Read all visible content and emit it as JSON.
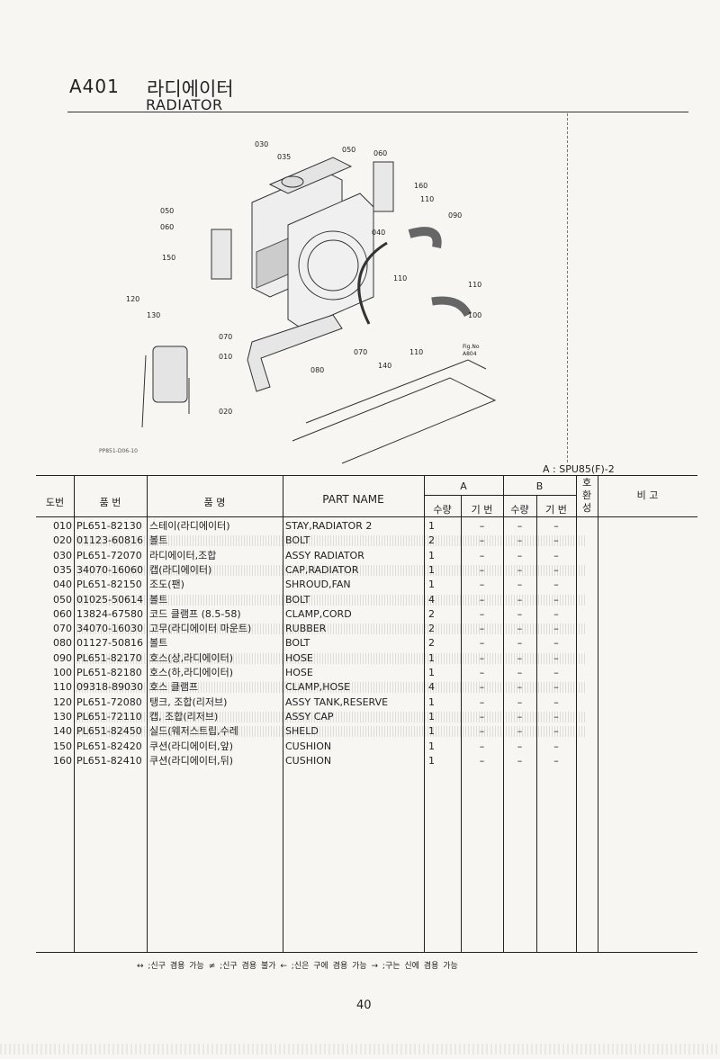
{
  "header": {
    "code": "A401",
    "title_ko": "라디에이터",
    "title_en": "RADIATOR"
  },
  "model_label": "A : SPU85(F)-2",
  "figure": {
    "drawing_code": "PP851-D06-10",
    "fig_ref": [
      "Fig.No",
      "A804"
    ],
    "callouts": [
      "030",
      "035",
      "050",
      "060",
      "160",
      "110",
      "090",
      "050",
      "060",
      "150",
      "040",
      "110",
      "110",
      "100",
      "120",
      "130",
      "070",
      "070",
      "010",
      "080",
      "140",
      "110",
      "020"
    ]
  },
  "table": {
    "headers": {
      "no": "도번",
      "part_no": "품 번",
      "name_ko": "품 명",
      "part_name": "PART NAME",
      "a": "A",
      "b": "B",
      "qty": "수량",
      "base": "기 번",
      "compat": [
        "호",
        "환",
        "성"
      ],
      "remark": "비 고"
    },
    "rows": [
      {
        "no": "010",
        "part_no": "PL651-82130",
        "name_ko": "스테이(라디에이터)",
        "part_name": "STAY,RADIATOR 2",
        "qty": "1",
        "base_a": "–",
        "qty_b": "–",
        "base_b": "–"
      },
      {
        "no": "020",
        "part_no": "01123-60816",
        "name_ko": "볼트",
        "part_name": "BOLT",
        "qty": "2",
        "base_a": "–",
        "qty_b": "–",
        "base_b": "–"
      },
      {
        "no": "030",
        "part_no": "PL651-72070",
        "name_ko": "라디에이터,조합",
        "part_name": "ASSY RADIATOR",
        "qty": "1",
        "base_a": "–",
        "qty_b": "–",
        "base_b": "–"
      },
      {
        "no": "035",
        "part_no": "34070-16060",
        "name_ko": "캡(라디에이터)",
        "part_name": "CAP,RADIATOR",
        "qty": "1",
        "base_a": "–",
        "qty_b": "–",
        "base_b": "–"
      },
      {
        "no": "040",
        "part_no": "PL651-82150",
        "name_ko": "조도(팬)",
        "part_name": "SHROUD,FAN",
        "qty": "1",
        "base_a": "–",
        "qty_b": "–",
        "base_b": "–"
      },
      {
        "no": "050",
        "part_no": "01025-50614",
        "name_ko": "볼트",
        "part_name": "BOLT",
        "qty": "4",
        "base_a": "–",
        "qty_b": "–",
        "base_b": "–"
      },
      {
        "no": "060",
        "part_no": "13824-67580",
        "name_ko": "코드 클램프 (8.5-58)",
        "part_name": "CLAMP,CORD",
        "qty": "2",
        "base_a": "–",
        "qty_b": "–",
        "base_b": "–"
      },
      {
        "no": "070",
        "part_no": "34070-16030",
        "name_ko": "고무(라디에이터 마운트)",
        "part_name": "RUBBER",
        "qty": "2",
        "base_a": "–",
        "qty_b": "–",
        "base_b": "–"
      },
      {
        "no": "080",
        "part_no": "01127-50816",
        "name_ko": "볼트",
        "part_name": "BOLT",
        "qty": "2",
        "base_a": "–",
        "qty_b": "–",
        "base_b": "–"
      },
      {
        "no": "090",
        "part_no": "PL651-82170",
        "name_ko": "호스(상,라디에이터)",
        "part_name": "HOSE",
        "qty": "1",
        "base_a": "–",
        "qty_b": "–",
        "base_b": "–"
      },
      {
        "no": "100",
        "part_no": "PL651-82180",
        "name_ko": "호스(하,라디에이터)",
        "part_name": "HOSE",
        "qty": "1",
        "base_a": "–",
        "qty_b": "–",
        "base_b": "–"
      },
      {
        "no": "110",
        "part_no": "09318-89030",
        "name_ko": "호스 클램프",
        "part_name": "CLAMP,HOSE",
        "qty": "4",
        "base_a": "–",
        "qty_b": "–",
        "base_b": "–"
      },
      {
        "no": "120",
        "part_no": "PL651-72080",
        "name_ko": "탱크, 조합(리저브)",
        "part_name": "ASSY TANK,RESERVE",
        "qty": "1",
        "base_a": "–",
        "qty_b": "–",
        "base_b": "–"
      },
      {
        "no": "130",
        "part_no": "PL651-72110",
        "name_ko": "캡, 조합(리저브)",
        "part_name": "ASSY CAP",
        "qty": "1",
        "base_a": "–",
        "qty_b": "–",
        "base_b": "–"
      },
      {
        "no": "140",
        "part_no": "PL651-82450",
        "name_ko": "실드(웨저스트립,수레",
        "part_name": "SHELD",
        "qty": "1",
        "base_a": "–",
        "qty_b": "–",
        "base_b": "–"
      },
      {
        "no": "150",
        "part_no": "PL651-82420",
        "name_ko": "쿠션(라디에이터,앞)",
        "part_name": "CUSHION",
        "qty": "1",
        "base_a": "–",
        "qty_b": "–",
        "base_b": "–"
      },
      {
        "no": "160",
        "part_no": "PL651-82410",
        "name_ko": "쿠션(라디에이터,뒤)",
        "part_name": "CUSHION",
        "qty": "1",
        "base_a": "–",
        "qty_b": "–",
        "base_b": "–"
      }
    ]
  },
  "legend": "↔ ;신구 겸용 가능   ≠ ;신구 겸용 불가   ← ;신은 구에 겸용 가능   → ;구는 신에 겸용 가능",
  "page_number": "40"
}
